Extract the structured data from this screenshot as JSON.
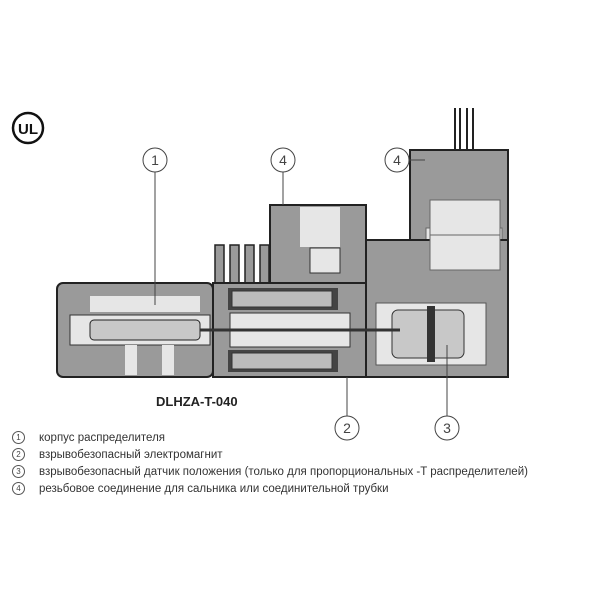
{
  "certification_logo": "UL",
  "model_title": "DLHZA-T-040",
  "callouts": [
    "1",
    "4",
    "4",
    "2",
    "3"
  ],
  "legend": [
    {
      "number": "1",
      "text": "корпус распределителя"
    },
    {
      "number": "2",
      "text": "взрывобезопасный электромагнит"
    },
    {
      "number": "3",
      "text": "взрывобезопасный датчик положения (только для пропорциональных -T распределителей)"
    },
    {
      "number": "4",
      "text": "резьбовое соединение для сальника или соединительной трубки"
    }
  ],
  "colors": {
    "body": "#9a9a9a",
    "dark": "#2a2a2a",
    "light": "#e6e6e6"
  }
}
